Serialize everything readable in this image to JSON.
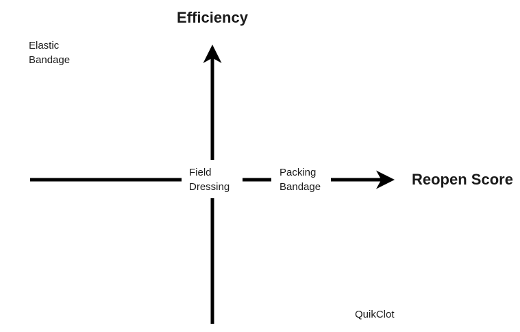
{
  "diagram": {
    "type": "quadrant-axes",
    "background_color": "#ffffff",
    "axis_color": "#000000",
    "text_color": "#1a1a1a",
    "y_axis": {
      "title": "Efficiency",
      "direction": "up"
    },
    "x_axis": {
      "title": "Reopen Score",
      "direction": "right"
    },
    "items": [
      {
        "label": "Elastic Bandage",
        "position": "top-left-quadrant"
      },
      {
        "label": "Field Dressing",
        "position": "at-origin"
      },
      {
        "label": "Packing Bandage",
        "position": "on-x-axis-right-of-origin"
      },
      {
        "label": "QuikClot",
        "position": "bottom-right-quadrant"
      }
    ]
  }
}
